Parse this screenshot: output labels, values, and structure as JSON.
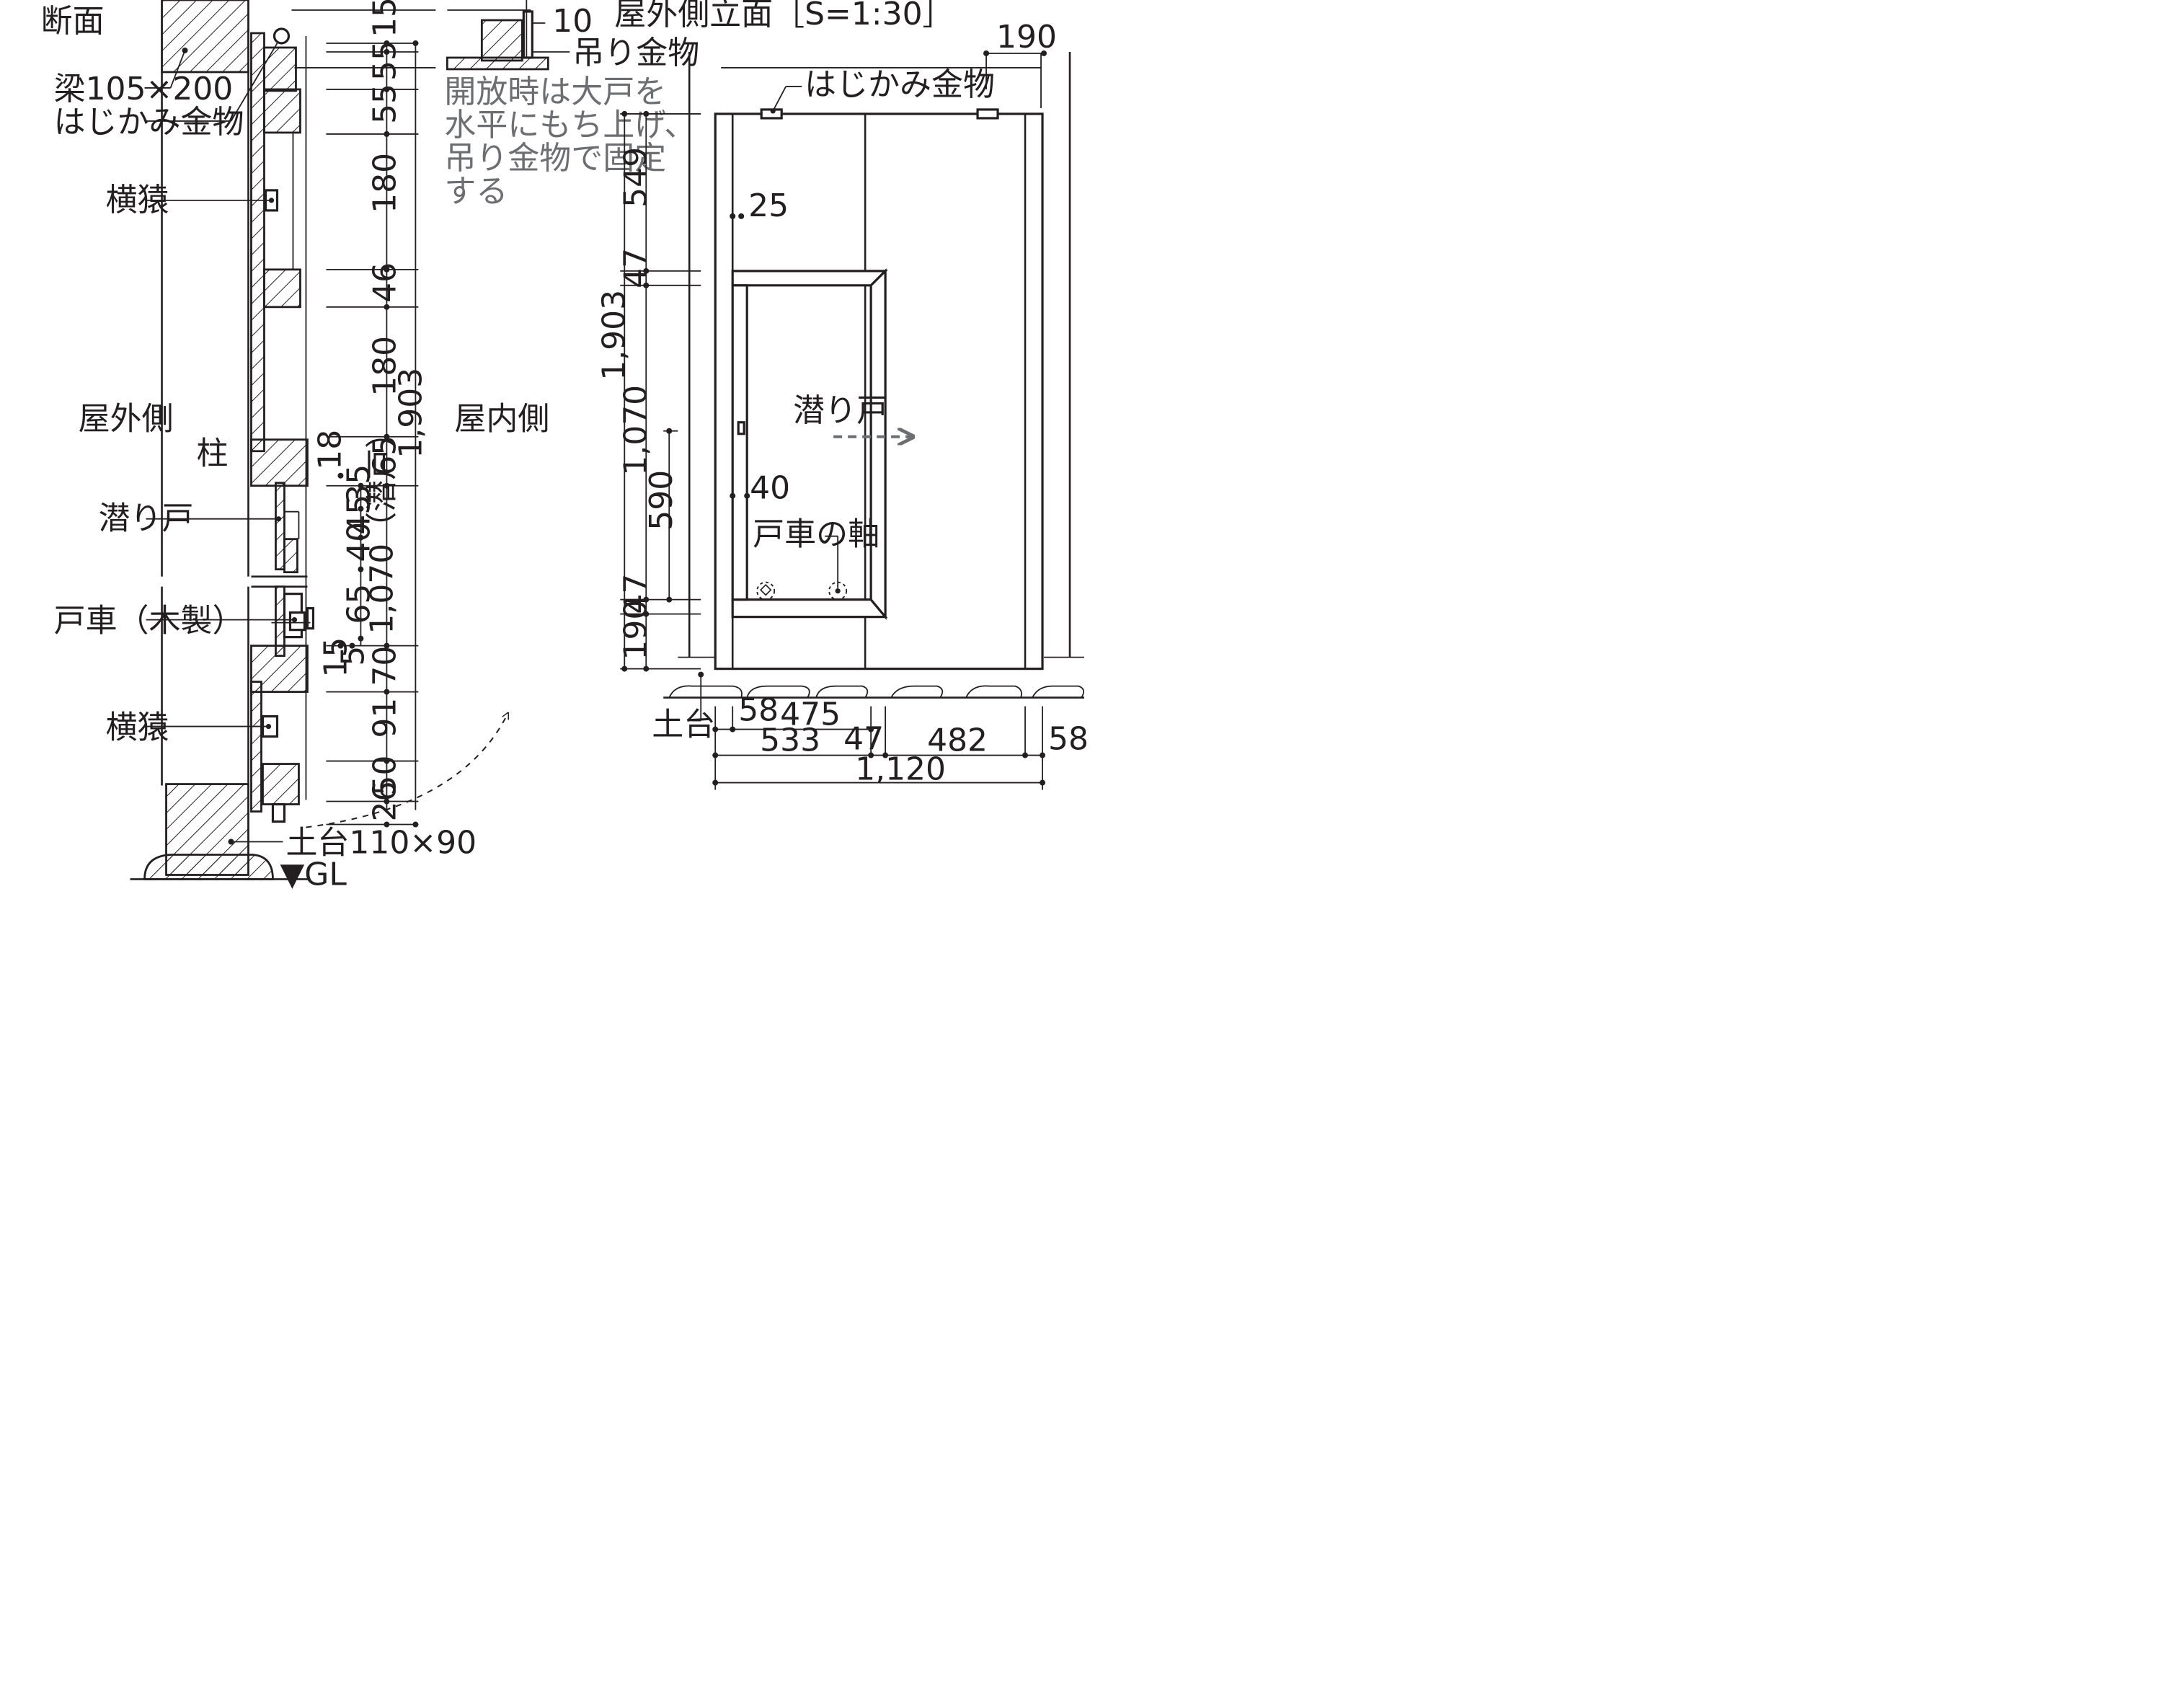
{
  "section": {
    "title": "断面",
    "labels": {
      "beam": "梁105×200",
      "hinge_hardware": "はじかみ金物",
      "rail_upper": "横猿",
      "outside": "屋外側",
      "column": "柱",
      "wicket_door": "潜り戸",
      "door_roller": "戸車（木製）",
      "rail_lower": "横猿",
      "sill": "土台110×90",
      "gl": "▼GL",
      "inside": "屋内側"
    },
    "detail": {
      "dim": "10",
      "hanger": "吊り金物",
      "note_lines": [
        "開放時は大戸を",
        "水平にもち上げ、",
        "吊り金物で固定",
        "する"
      ]
    },
    "dims_main": [
      "15",
      "55",
      "55",
      "180",
      "46",
      "180",
      "65",
      "70",
      "91",
      "50",
      "26"
    ],
    "dims_total": "1,903",
    "dims_wicket": [
      "35",
      "45",
      "40",
      "65"
    ],
    "dims_small": [
      "18",
      "15",
      "5"
    ],
    "dims_wicket_total": "1,070（潜戸）"
  },
  "elevation": {
    "title": "屋外側立面［S=1:30］",
    "labels": {
      "hinge_hardware": "はじかみ金物",
      "wicket_door": "潜り戸",
      "roller_axis": "戸車の軸",
      "sill": "土台"
    },
    "dims_top": "190",
    "dims_left": [
      "549",
      "47",
      "47",
      "190"
    ],
    "dims_total": "1,903",
    "dims_wicket": "1,070",
    "dims_590": "590",
    "dims_25": "25",
    "dims_40": "40",
    "dims_bottom": {
      "d58a": "58",
      "d475": "475",
      "d533": "533",
      "d47": "47",
      "d482": "482",
      "d58b": "58",
      "d1120": "1,120"
    }
  }
}
